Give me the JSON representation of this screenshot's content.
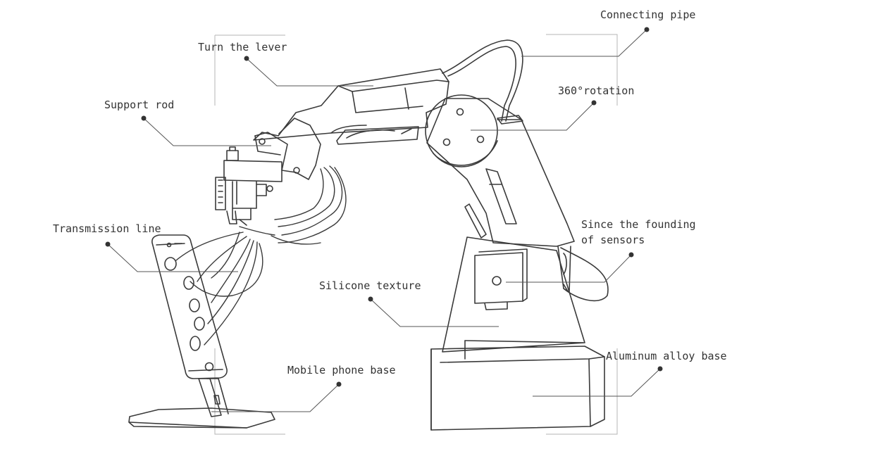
{
  "labels": {
    "connecting_pipe": "Connecting pipe",
    "turn_the_lever": "Turn the lever",
    "rotation_360": "360°rotation",
    "support_rod": "Support rod",
    "transmission_line": "Transmission line",
    "sensors_line1": "Since the founding",
    "sensors_line2": "of sensors",
    "silicone_texture": "Silicone texture",
    "mobile_phone_base": "Mobile phone base",
    "aluminum_alloy_base": "Aluminum alloy base"
  },
  "colors": {
    "stroke": "#3a3a3a",
    "callout_dot": "#333333",
    "bracket": "#b5b5b5"
  }
}
